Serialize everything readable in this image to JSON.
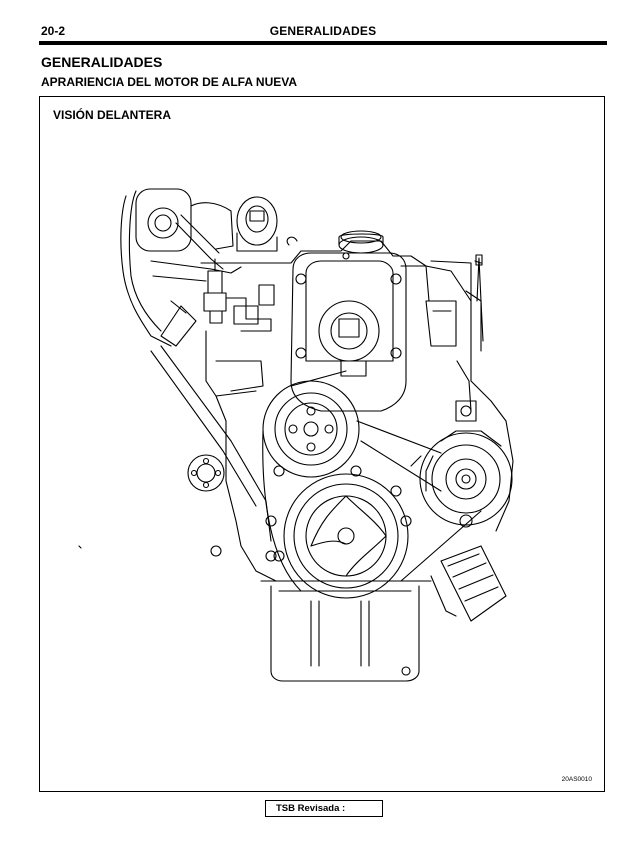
{
  "header": {
    "page_number": "20-2",
    "running_title": "GENERALIDADES"
  },
  "section": {
    "title": "GENERALIDADES",
    "subtitle": "APRARIENCIA DEL MOTOR DE ALFA NUEVA"
  },
  "figure": {
    "view_title": "VISIÓN DELANTERA",
    "code": "20AS0010"
  },
  "footer": {
    "tsb_label": "TSB Revisada :",
    "tsb_value": ""
  },
  "colors": {
    "ink": "#000000",
    "paper": "#ffffff"
  }
}
